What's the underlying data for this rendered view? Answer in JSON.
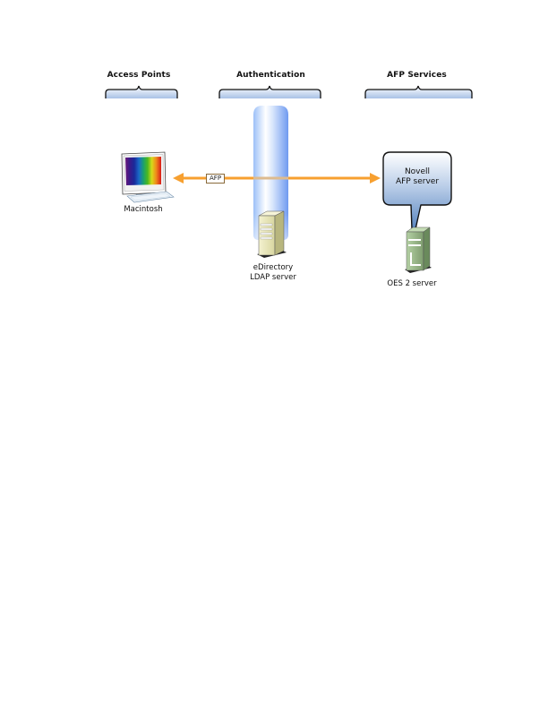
{
  "diagram": {
    "columns": [
      {
        "id": "access-points",
        "title": "Access Points"
      },
      {
        "id": "authentication",
        "title": "Authentication"
      },
      {
        "id": "afp-services",
        "title": "AFP Services"
      }
    ],
    "nodes": {
      "macintosh": {
        "label": "Macintosh",
        "icon": "desktop-computer-icon"
      },
      "edirectory": {
        "label_line1": "eDirectory",
        "label_line2": "LDAP server",
        "icon": "server-tower-icon"
      },
      "oes_server": {
        "label": "OES 2 server",
        "icon": "server-tower-icon"
      },
      "afp_bubble": {
        "line1": "Novell",
        "line2": "AFP server"
      }
    },
    "connection": {
      "label": "AFP",
      "from": "Macintosh",
      "to": "Novell AFP server",
      "direction": "bidirectional"
    },
    "colors": {
      "arrow": "#f7a030",
      "bracket_fill_top": "#ffffff",
      "bracket_fill_bottom": "#a9c2e6",
      "auth_column_light": "#ffffff",
      "auth_column_blue": "#7fa8f5",
      "bubble_top": "#ffffff",
      "bubble_bottom": "#5a86c0",
      "ldap_server": "#e8e6b8",
      "oes_server": "#9ab88a"
    }
  }
}
